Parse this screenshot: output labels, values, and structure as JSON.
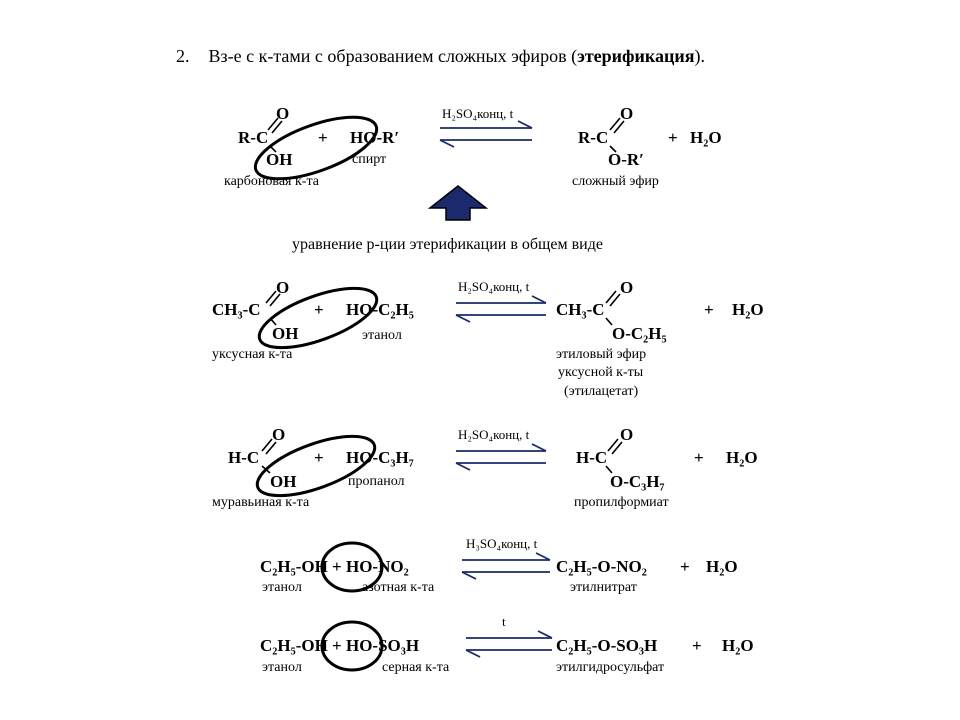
{
  "title": {
    "number": "2.",
    "text_start": "Вз-е с к-тами с образованием сложных эфиров (",
    "text_bold": "этерификация",
    "text_end": ")."
  },
  "general": {
    "acid_formula": "R-C",
    "acid_o": "O",
    "acid_oh": "OH",
    "plus": "+",
    "alcohol": "HO-R′",
    "alcohol_label": "спирт",
    "acid_label": "карбоновая к-та",
    "condition": "H₂SO₄конц, t",
    "ester_formula": "R-C",
    "ester_o": "O",
    "ester_or": "O-R′",
    "plus2": "+",
    "water": "H₂O",
    "ester_label": "сложный эфир"
  },
  "general_caption": "уравнение р-ции этерификации в общем виде",
  "r1": {
    "acid": "CH₃-C",
    "acid_o": "O",
    "acid_oh": "OH",
    "plus": "+",
    "alcohol": "HO-C₂H₅",
    "condition": "H₂SO₄конц, t",
    "product": "CH₃-C",
    "product_o": "O",
    "product_or": "O-C₂H₅",
    "plus2": "+",
    "water": "H₂O",
    "acid_label": "уксусная к-та",
    "alcohol_label": "этанол",
    "product_label_1": "этиловый эфир",
    "product_label_2": "уксусной к-ты",
    "product_label_3": "(этилацетат)"
  },
  "r2": {
    "acid": "H-C",
    "acid_o": "O",
    "acid_oh": "OH",
    "plus": "+",
    "alcohol": "HO-C₃H₇",
    "condition": "H₂SO₄конц, t",
    "product": "H-C",
    "product_o": "O",
    "product_or": "O-C₃H₇",
    "plus2": "+",
    "water": "H₂O",
    "acid_label": "муравьиная к-та",
    "alcohol_label": "пропанол",
    "product_label": "пропилформиат"
  },
  "r3": {
    "left": "C₂H₅-OH + HO-NO₂",
    "condition": "H₃SO₄конц, t",
    "right": "C₂H₅-O-NO₂",
    "plus": "+",
    "water": "H₂O",
    "label_left": "этанол",
    "label_acid": "азотная к-та",
    "label_product": "этилнитрат"
  },
  "r4": {
    "left": "C₂H₅-OH + HO-SO₃H",
    "condition": "t",
    "right": "C₂H₅-O-SO₃H",
    "plus": "+",
    "water": "H₂O",
    "label_left": "этанол",
    "label_acid": "серная к-та",
    "label_product": "этилгидросульфат"
  },
  "colors": {
    "arrow": "#1a2a6c",
    "text": "#000000"
  }
}
